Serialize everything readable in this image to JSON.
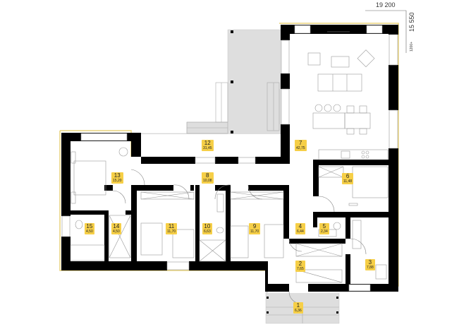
{
  "dimensions": {
    "width": "19 200",
    "depth": "15 550",
    "overhang": "1200+"
  },
  "colors": {
    "wall": "#000000",
    "terrace": "#dedede",
    "tag": "#f6cf47",
    "outline": "#e8d27a",
    "furniture": "#9a9a9a"
  },
  "rooms": [
    {
      "num": "1",
      "area": "6,36"
    },
    {
      "num": "2",
      "area": "7,65"
    },
    {
      "num": "3",
      "area": "7,88"
    },
    {
      "num": "4",
      "area": "6,44"
    },
    {
      "num": "5",
      "area": "2,34"
    },
    {
      "num": "6",
      "area": "11,48"
    },
    {
      "num": "7",
      "area": "42,75"
    },
    {
      "num": "8",
      "area": "10,08"
    },
    {
      "num": "9",
      "area": "11,70"
    },
    {
      "num": "10",
      "area": "6,63"
    },
    {
      "num": "11",
      "area": "11,70"
    },
    {
      "num": "12",
      "area": "31,45"
    },
    {
      "num": "13",
      "area": "15,20"
    },
    {
      "num": "14",
      "area": "4,50"
    },
    {
      "num": "15",
      "area": "4,50"
    }
  ]
}
